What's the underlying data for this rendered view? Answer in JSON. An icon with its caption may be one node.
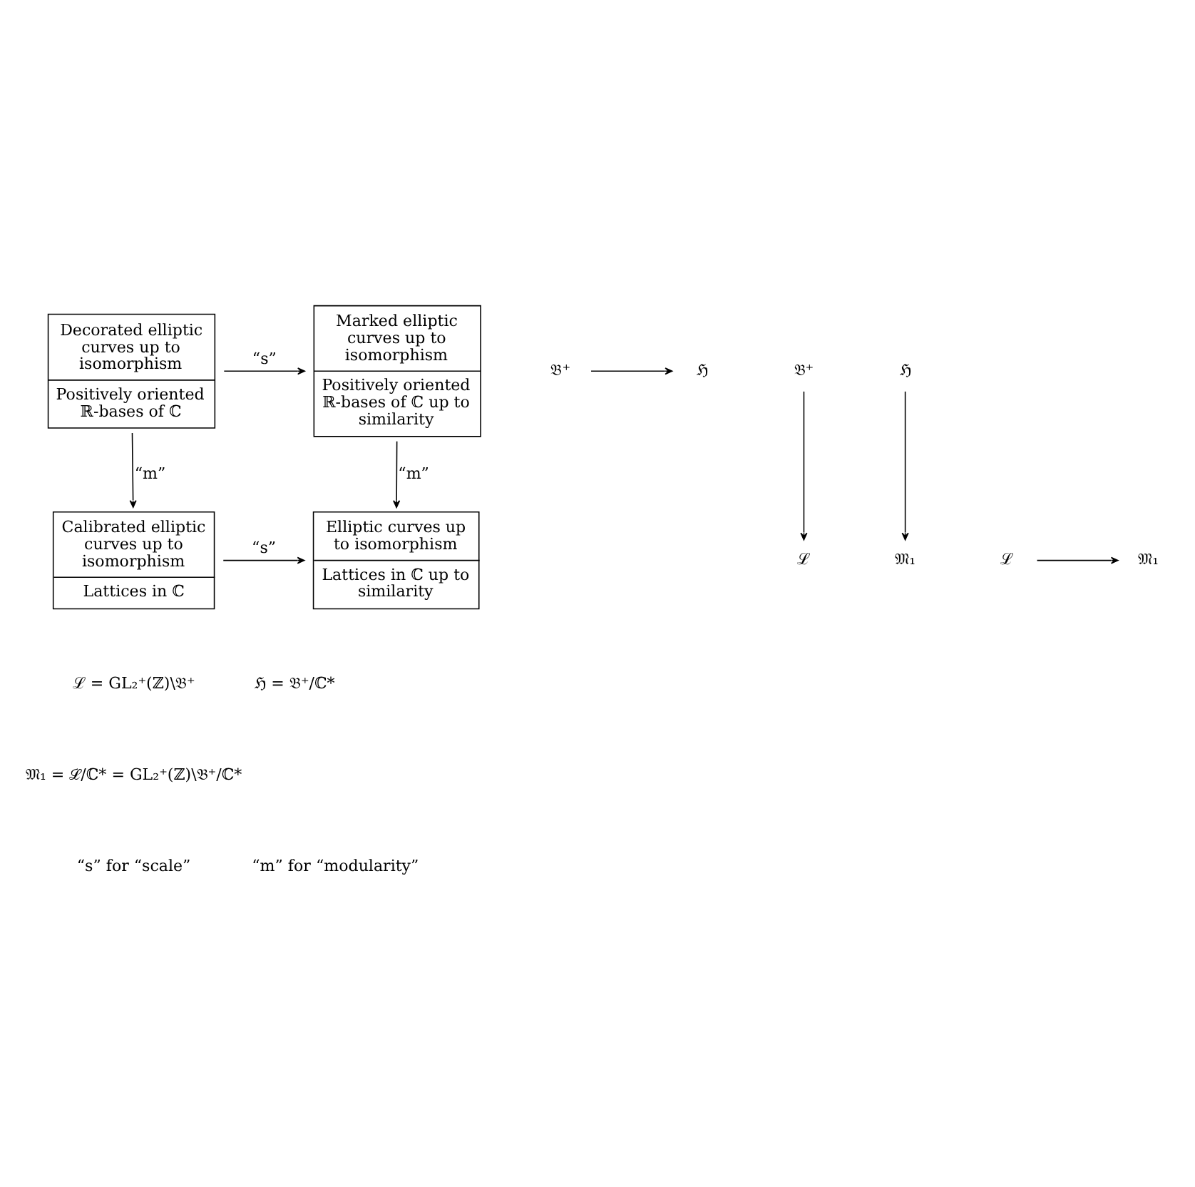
{
  "diagram": {
    "nodes": [
      {
        "text": [
          "Decorated elliptic curves up to isomorphism",
          "Positively oriented ℝ-bases of ℂ"
        ]
      },
      {
        "text": [
          "Marked elliptic curves up to isomorphism",
          "Positively oriented ℝ-bases of ℂ up to similarity"
        ]
      },
      {
        "text": [
          "Calibrated elliptic curves up to isomorphism",
          "Lattices in ℂ"
        ]
      },
      {
        "text": [
          "Elliptic curves up to isomorphism",
          "Lattices in ℂ up to similarity"
        ]
      },
      {
        "text": [
          "𝔅⁺"
        ]
      },
      {
        "text": [
          "ℌ"
        ]
      },
      {
        "text": [
          "𝔅⁺"
        ]
      },
      {
        "text": [
          "ℒ"
        ]
      },
      {
        "text": [
          "ℌ"
        ]
      },
      {
        "text": [
          "𝔐₁"
        ]
      },
      {
        "text": [
          "ℒ"
        ]
      },
      {
        "text": [
          "𝔐₁"
        ]
      }
    ],
    "edges": [
      {
        "from": 0,
        "to": 1,
        "arrow": "to",
        "label": "“s”"
      },
      {
        "from": 4,
        "to": 5,
        "arrow": "to"
      },
      {
        "from": 0,
        "to": 2,
        "arrow": "to",
        "label": "“m”"
      },
      {
        "from": 6,
        "to": 7,
        "arrow": "to"
      },
      {
        "from": 8,
        "to": 9,
        "arrow": "to"
      },
      {
        "from": 1,
        "to": 3,
        "arrow": "to",
        "label": "“m”"
      },
      {
        "from": 2,
        "to": 3,
        "arrow": "to",
        "label": "“s”"
      },
      {
        "from": 10,
        "to": 11,
        "arrow": "to"
      }
    ],
    "labels": [
      "ℒ = GL₂⁺(ℤ)\\𝔅⁺",
      "ℌ = 𝔅⁺/ℂ*",
      "𝔐₁ = ℒ/ℂ* = GL₂⁺(ℤ)\\𝔅⁺/ℂ*",
      "“s” for “scale”",
      "“m” for “modularity”"
    ]
  }
}
